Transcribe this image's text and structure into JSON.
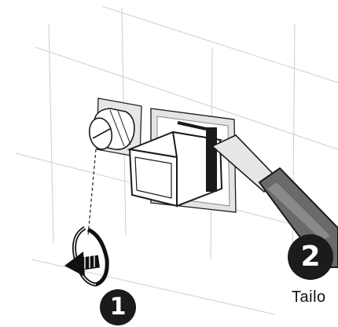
{
  "steps": [
    {
      "number": "1"
    },
    {
      "number": "2"
    }
  ],
  "caption": "Tailo",
  "colors": {
    "grid": "#c8c8c8",
    "outline": "#1a1a1a",
    "badge": "#1b1b1b",
    "plate": "#e4e4e4",
    "handle": "#6a6a6a"
  },
  "icons": [
    "wall-grid",
    "screw-icon",
    "rotate-arrow-icon",
    "socket-plate",
    "cable-connector",
    "screwdriver-tool"
  ]
}
